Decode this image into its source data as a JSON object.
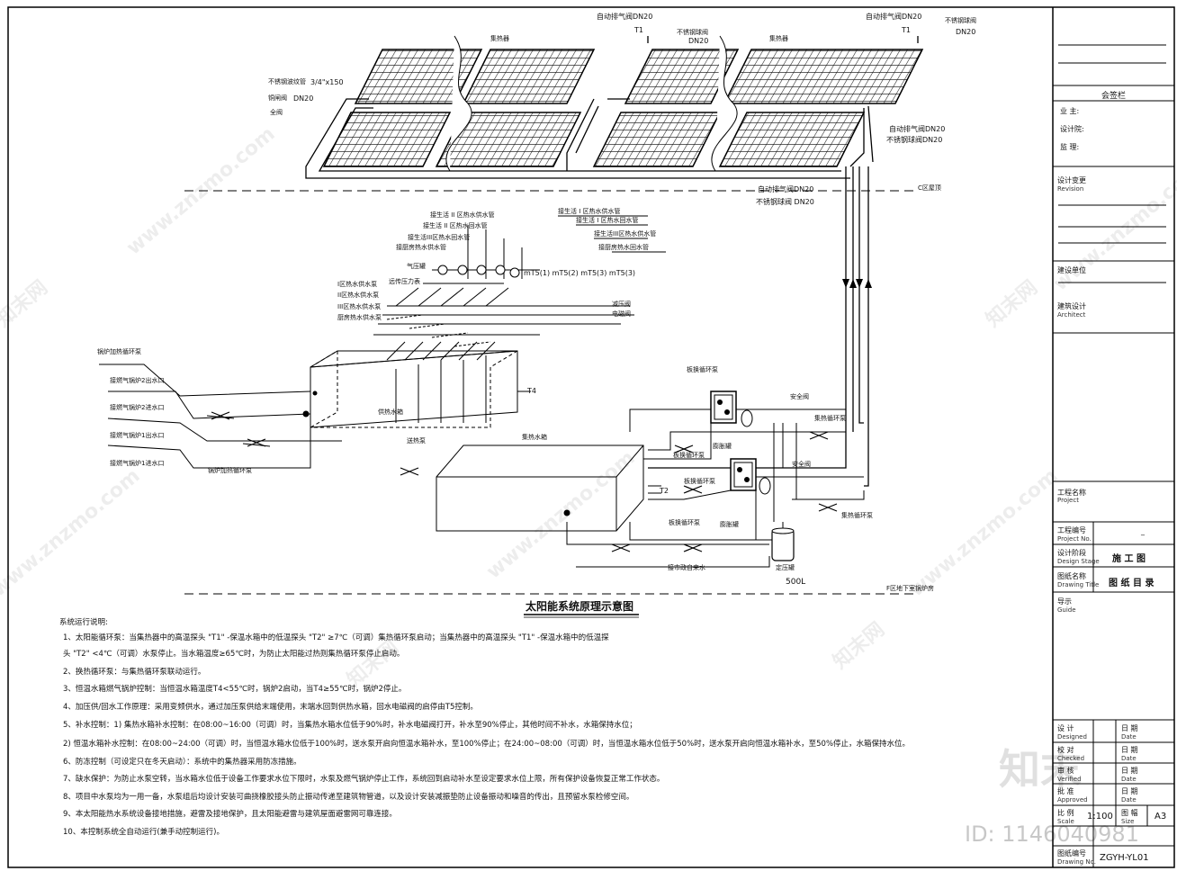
{
  "labels": {
    "auto_vent_dn20": "自动排气阀DN20",
    "t1": "T1",
    "stainless_valve": "不锈钢球阀",
    "dn20": "DN20",
    "collector": "集热器",
    "ss_pipe": "不锈钢波纹管",
    "ss_pipe_size": "3/4\"x150",
    "copper_valve": "铜闸阀",
    "copper_valve_dn": "DN20",
    "balance_valve": "全阀",
    "auto_vent_right_1": "自动排气阀DN20",
    "ss_valve_right_1": "不锈钢球阀DN20",
    "auto_vent_right_2": "自动排气阀DN20",
    "ss_valve_right_2": "不锈钢球阀 DN20",
    "roof_level": "C区屋顶",
    "basement_level": "F区地下室锅炉房",
    "pipe_label_1": "接生活 I 区热水供水管",
    "pipe_label_2": "接生活 I 区热水回水管",
    "pipe_label_3": "接生活 II 区热水供水管",
    "pipe_label_4": "接生活 II 区热水回水管",
    "pipe_label_5": "接生活III区热水供水管",
    "pipe_label_6": "接生活III区热水回水管",
    "pipe_label_7": "接厨房热水供水管",
    "pipe_label_8": "接厨房热水回水管",
    "pressure_tank": "气压罐",
    "pressure_gauge": "远传压力表",
    "zone1_pump": "I区热水供水泵",
    "zone2_pump": "II区热水供水泵",
    "zone3_pump": "III区热水供水泵",
    "kitchen_pump": "厨房热水供水泵",
    "t5_labels": "mT5(1) mT5(2) mT5(3) mT5(3)",
    "pressure_reducing_valve": "减压阀",
    "solenoid_valve": "电磁阀",
    "boiler_circ_pump": "锅炉加热循环泵",
    "boiler_gas_2_out": "接燃气锅炉2出水口",
    "boiler_gas_2_in": "接燃气锅炉2进水口",
    "boiler_gas_1_out": "接燃气锅炉1出水口",
    "boiler_gas_1_in": "接燃气锅炉1进水口",
    "boiler_heat_pump": "锅炉加热循环泵",
    "t4": "T4",
    "supply_tank": "供热水箱",
    "transfer_pump": "送热泵",
    "heat_collection_tank": "集热水箱",
    "t2": "T2",
    "plate_hx": "板换循环泵",
    "safety_valve": "安全阀",
    "expansion_tank": "膨胀罐",
    "heat_collection_circ_pump": "集热循环泵",
    "plate_hx_pump": "板换循环泵",
    "domestic_water": "接市政自来水",
    "expansion_vessel": "定压罐",
    "volume_500l": "500L",
    "diagram_title": "太阳能系统原理示意图"
  },
  "notes": {
    "heading": "系统运行说明:",
    "lines": [
      "1、太阳能循环泵：当集热器中的高温探头 \"T1\" -保温水箱中的低温探头 \"T2\" ≥7℃（可调）集热循环泵启动；当集热器中的高温探头 \"T1\" -保温水箱中的低温探",
      "头 \"T2\" <4℃（可调）水泵停止。当水箱温度≥65℃时，为防止太阳能过热则集热循环泵停止启动。",
      "2、换热循环泵：与集热循环泵联动运行。",
      "3、恒温水箱燃气锅炉控制：当恒温水箱温度T4<55℃时，锅炉2启动，当T4≥55℃时，锅炉2停止。",
      "4、加压供/回水工作原理：采用变频供水，通过加压泵供给末端使用，末端水回到供热水箱，回水电磁阀的启停由T5控制。",
      "5、补水控制：1) 集热水箱补水控制：在08:00~16:00（可调）时，当集热水箱水位低于90%时，补水电磁阀打开，补水至90%停止，其他时间不补水，水箱保持水位；",
      "2) 恒温水箱补水控制：在08:00~24:00（可调）时，当恒温水箱水位低于100%时，送水泵开启向恒温水箱补水，至100%停止；在24:00~08:00（可调）时，当恒温水箱水位低于50%时，送水泵开启向恒温水箱补水，至50%停止，水箱保持水位。",
      "6、防冻控制（可设定只在冬天启动）：系统中的集热器采用防冻措施。",
      "7、缺水保护：为防止水泵空转，当水箱水位低于设备工作要求水位下限时，水泵及燃气锅炉停止工作，系统回到启动补水至设定要求水位上限，所有保护设备恢复正常工作状态。",
      "8、项目中水泵均为一用一备，水泵组后均设计安装可曲挠橡胶接头防止振动传递至建筑物管道，以及设计安装减振垫防止设备振动和噪音的传出，且预留水泵检修空间。",
      "9、本太阳能热水系统设备接地措施，避雷及接地保护，且太阳能避雷与建筑屋面避雷网可靠连接。",
      "10、本控制系统全自动运行(兼手动控制运行)。"
    ]
  },
  "title_block": {
    "countersign": "会签栏",
    "owner": "业  主:",
    "design_institute": "设计院:",
    "supervisor": "监  理:",
    "revision_cn": "设计变更",
    "revision_en": "Revision",
    "client_cn": "建设单位",
    "architect_cn": "建筑设计",
    "architect_en": "Architect",
    "project_cn": "工程名称",
    "project_en": "Project",
    "project_no_cn": "工程编号",
    "project_no_en": "Project No.",
    "project_no_val": "_",
    "stage_cn": "设计阶段",
    "stage_en": "Design Stage",
    "stage_val": "施 工 图",
    "drawing_title_cn": "图纸名称",
    "drawing_title_en": "Drawing Title",
    "drawing_title_val": "图 纸 目 录",
    "guide_cn": "导示",
    "guide_en": "Guide",
    "design_cn": "设 计",
    "design_en": "Designed",
    "check_cn": "校 对",
    "check_en": "Checked",
    "review_cn": "审 核",
    "review_en": "Verified",
    "approve_cn": "批 准",
    "approve_en": "Approved",
    "scale_cn": "比 例",
    "scale_en": "Scale",
    "scale_val": "1:100",
    "date_cn": "日 期",
    "date_en": "Date",
    "size_cn": "图 幅",
    "size_en": "Size",
    "size_val": "A3",
    "drawing_no_cn": "图纸编号",
    "drawing_no_en": "Drawing No.",
    "drawing_no_val": "ZGYH-YL01"
  },
  "watermark": {
    "site": "www.znzmo.com",
    "brand": "知末网",
    "brand_logo": "知末",
    "id_text": "ID: 1146040981"
  }
}
